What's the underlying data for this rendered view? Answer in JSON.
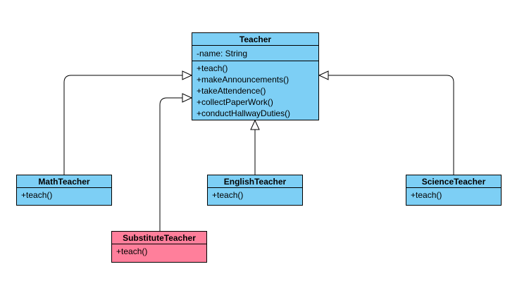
{
  "colors": {
    "class_fill": "#7dcff5",
    "highlight_fill": "#ff7f9b",
    "border": "#000000",
    "line": "#000000"
  },
  "classes": {
    "teacher": {
      "name": "Teacher",
      "attributes": [
        "-name: String"
      ],
      "methods": [
        "+teach()",
        "+makeAnnouncements()",
        "+takeAttendence()",
        "+collectPaperWork()",
        "+conductHallwayDuties()"
      ]
    },
    "math": {
      "name": "MathTeacher",
      "methods": [
        "+teach()"
      ]
    },
    "english": {
      "name": "EnglishTeacher",
      "methods": [
        "+teach()"
      ]
    },
    "science": {
      "name": "ScienceTeacher",
      "methods": [
        "+teach()"
      ]
    },
    "substitute": {
      "name": "SubstituteTeacher",
      "methods": [
        "+teach()"
      ]
    }
  },
  "relationships": [
    {
      "type": "generalization",
      "from": "MathTeacher",
      "to": "Teacher"
    },
    {
      "type": "generalization",
      "from": "SubstituteTeacher",
      "to": "Teacher"
    },
    {
      "type": "generalization",
      "from": "EnglishTeacher",
      "to": "Teacher"
    },
    {
      "type": "generalization",
      "from": "ScienceTeacher",
      "to": "Teacher"
    }
  ]
}
